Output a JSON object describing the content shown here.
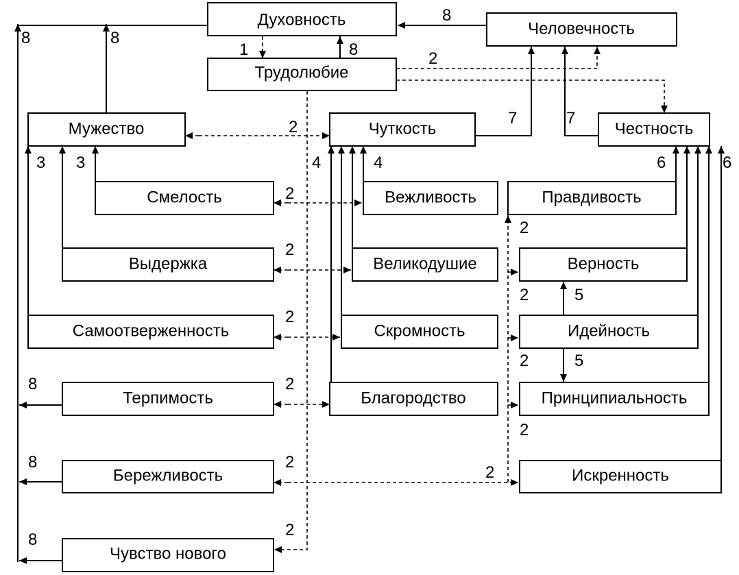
{
  "nodes": {
    "dukhovnost": "Духовность",
    "chelovechnost": "Человечность",
    "trudolyubie": "Трудолюбие",
    "muzhestvo": "Мужество",
    "chutkost": "Чуткость",
    "chestnost": "Честность",
    "smelost": "Смелость",
    "vezhlivost": "Вежливость",
    "pravdivost": "Правдивость",
    "vyderzhka": "Выдержка",
    "velikodushie": "Великодушие",
    "vernost": "Верность",
    "samootverzhennost": "Самоотверженность",
    "skromnost": "Скромность",
    "ideynost": "Идейность",
    "terpimost": "Терпимость",
    "blagorodstvo": "Благородство",
    "principialnost": "Принципиальность",
    "berezhlivost": "Бережливость",
    "iskrennost": "Искренность",
    "chuvstvo_novogo": "Чувство нового"
  },
  "edge_labels": {
    "chelovechnost_to_dukhovnost": "8",
    "muzhestvo_to_dukhovnost": "8",
    "left_bus_to_dukhovnost": "8",
    "dukhovnost_to_trudolyubie": "1",
    "trudolyubie_to_dukhovnost": "8",
    "trudolyubie_to_chelovechnost": "2",
    "chutkost_to_chelovechnost": "7",
    "chestnost_to_chelovechnost": "7",
    "muzhestvo_chutkost": "2",
    "samootverzhennost_to_muzhestvo": "3",
    "vyderzhka_to_muzhestvo": "3",
    "blagorodstvo_to_chutkost": "4",
    "vezhlivost_to_chutkost": "4",
    "pravdivost_to_chestnost": "6",
    "iskrennost_to_chestnost": "6",
    "smelost_vezhlivost": "2",
    "vyderzhka_velikodushie": "2",
    "samootverzhennost_skromnost": "2",
    "terpimost_blagorodstvo": "2",
    "berezhlivost_iskrennost": "2",
    "chuvstvo_novogo_trudolyubie": "2",
    "dash_to_pravdivost": "2",
    "dash_to_vernost": "2",
    "dash_to_ideynost": "2",
    "dash_to_principialnost": "2",
    "iskrennost_dash": "2",
    "ideynost_to_vernost": "5",
    "ideynost_to_principialnost": "5",
    "terpimost_to_bus": "8",
    "berezhlivost_to_bus": "8",
    "chuvstvo_novogo_to_bus": "8"
  }
}
